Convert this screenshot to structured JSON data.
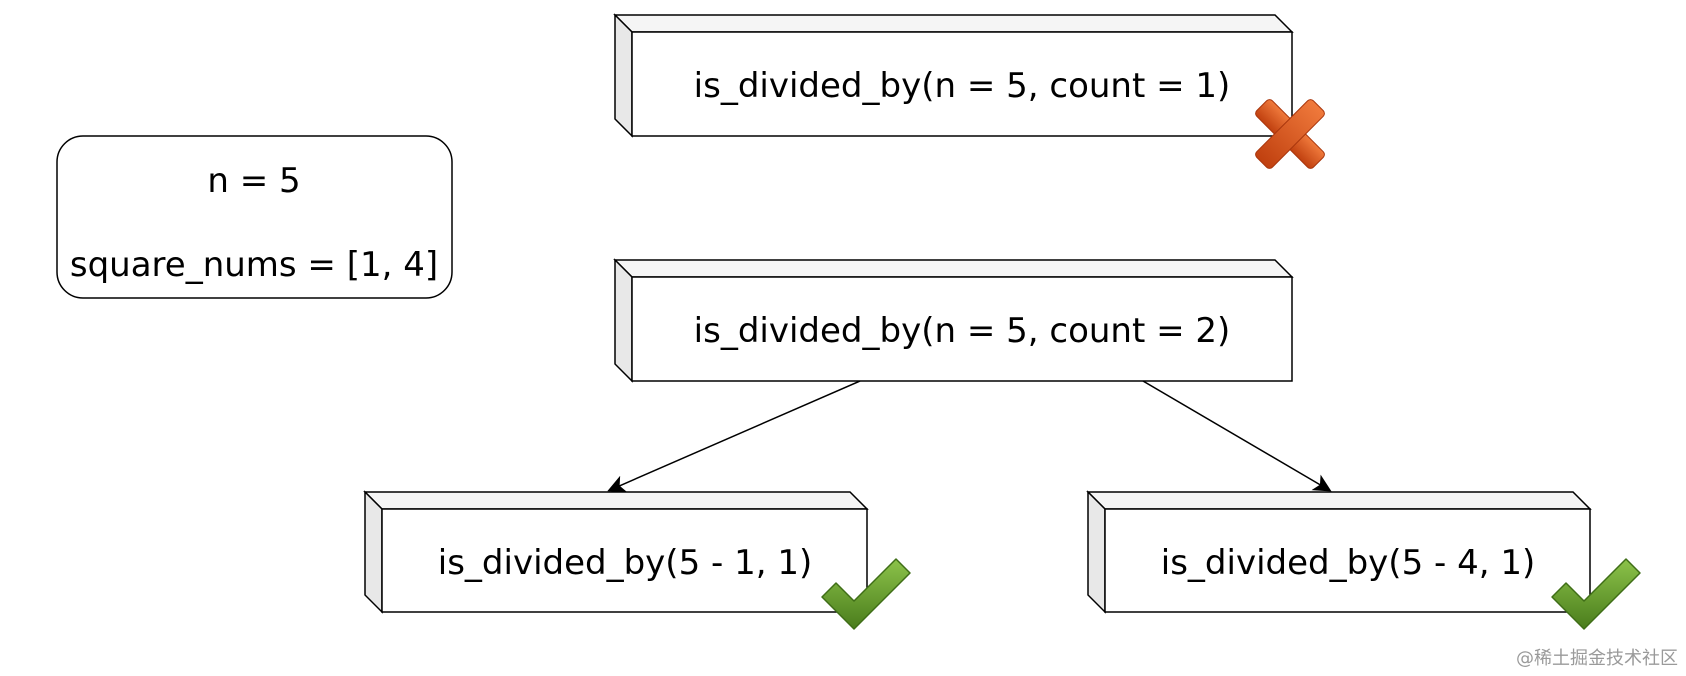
{
  "state_box": {
    "line1": "n = 5",
    "line2": "square_nums = [1, 4]"
  },
  "calls": [
    {
      "label": "is_divided_by(n = 5, count = 1)",
      "status": "fail"
    },
    {
      "label": "is_divided_by(n = 5, count = 2)",
      "status": "none"
    },
    {
      "label": "is_divided_by(5 - 1, 1)",
      "status": "success"
    },
    {
      "label": "is_divided_by(5 - 4, 1)",
      "status": "success"
    }
  ],
  "icons": {
    "fail": "cross-icon",
    "success": "check-icon"
  },
  "colors": {
    "box_front": "#ffffff",
    "box_side": "#f0f0f0",
    "stroke": "#000000",
    "cross": "#d9531e",
    "check": "#5f9c2a"
  },
  "watermark": "@稀土掘金技术社区"
}
